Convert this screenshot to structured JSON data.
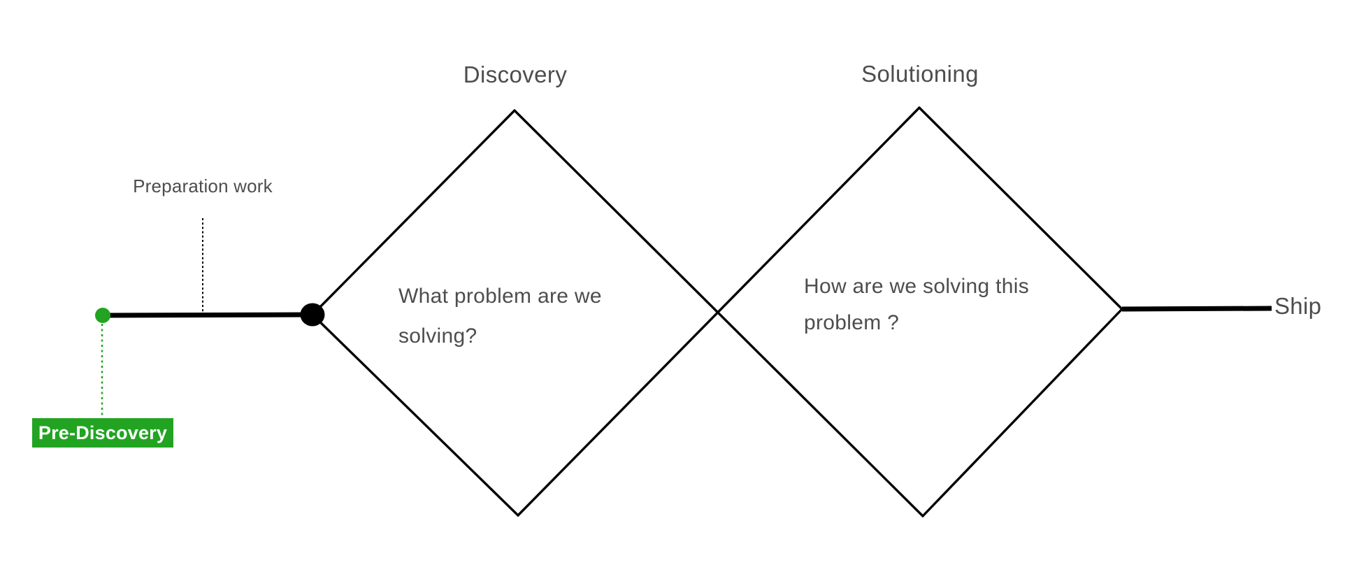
{
  "diagram": {
    "title_hint": "Double diamond product process",
    "stages": {
      "discovery": {
        "label": "Discovery",
        "question": "What problem are we\nsolving?"
      },
      "solutioning": {
        "label": "Solutioning",
        "question": "How are we solving this\nproblem ?"
      }
    },
    "annotations": {
      "preparation": "Preparation work",
      "pre_discovery": "Pre-Discovery",
      "ship": "Ship"
    },
    "colors": {
      "green": "#22a422",
      "text-gray": "#4d4d4d",
      "line-black": "#000000",
      "badge-text": "#ffffff",
      "canvas-bg": "#ffffff"
    }
  }
}
